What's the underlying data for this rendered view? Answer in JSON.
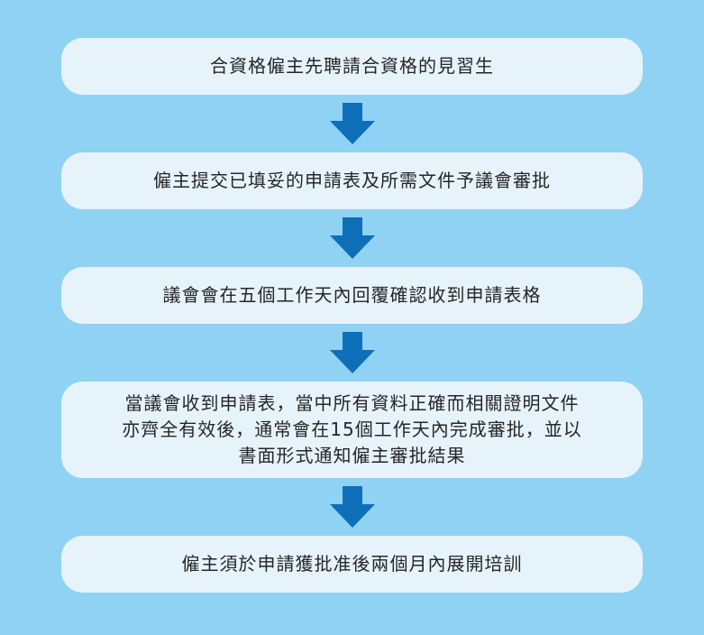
{
  "flowchart": {
    "colors": {
      "background": "#8fd2f3",
      "box": "#e7f3fb",
      "arrow": "#0e6fb8",
      "text": "#262626"
    },
    "arrow_icon": "down-arrow",
    "steps": [
      {
        "text": "合資格僱主先聘請合資格的見習生"
      },
      {
        "text": "僱主提交已填妥的申請表及所需文件予議會審批"
      },
      {
        "text": "議會會在五個工作天內回覆確認收到申請表格"
      },
      {
        "text": "當議會收到申請表，當中所有資料正確而相關證明文件\n亦齊全有效後，通常會在15個工作天內完成審批，並以\n書面形式通知僱主審批結果"
      },
      {
        "text": "僱主須於申請獲批准後兩個月內展開培訓"
      }
    ]
  }
}
